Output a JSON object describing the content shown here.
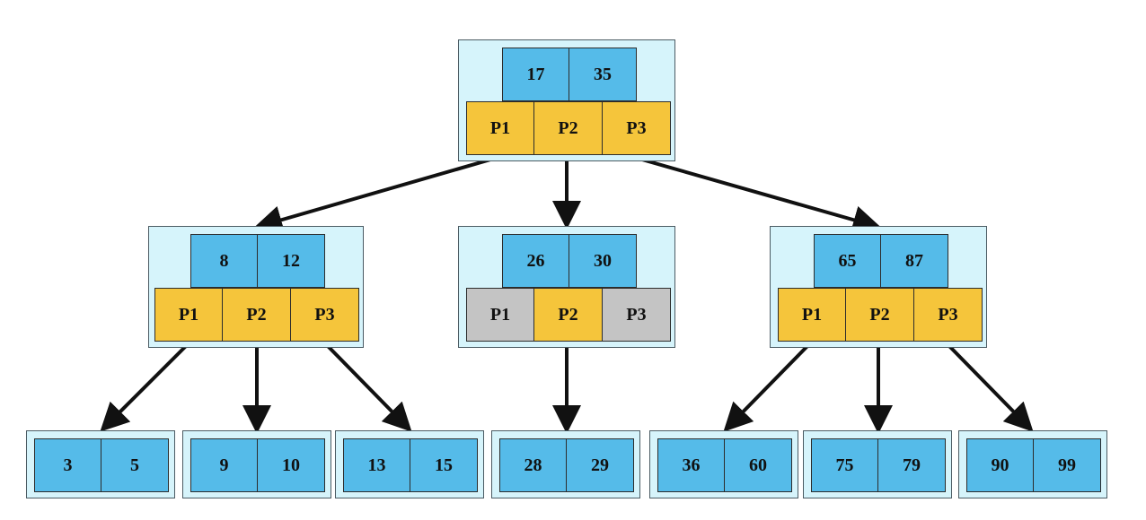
{
  "root": {
    "keys": [
      "17",
      "35"
    ],
    "pointers": [
      "P1",
      "P2",
      "P3"
    ]
  },
  "internal": [
    {
      "keys": [
        "8",
        "12"
      ],
      "pointers": [
        "P1",
        "P2",
        "P3"
      ],
      "active": [
        true,
        true,
        true
      ]
    },
    {
      "keys": [
        "26",
        "30"
      ],
      "pointers": [
        "P1",
        "P2",
        "P3"
      ],
      "active": [
        false,
        true,
        false
      ]
    },
    {
      "keys": [
        "65",
        "87"
      ],
      "pointers": [
        "P1",
        "P2",
        "P3"
      ],
      "active": [
        true,
        true,
        true
      ]
    }
  ],
  "leaves": [
    {
      "keys": [
        "3",
        "5"
      ]
    },
    {
      "keys": [
        "9",
        "10"
      ]
    },
    {
      "keys": [
        "13",
        "15"
      ]
    },
    {
      "keys": [
        "28",
        "29"
      ]
    },
    {
      "keys": [
        "36",
        "60"
      ]
    },
    {
      "keys": [
        "75",
        "79"
      ]
    },
    {
      "keys": [
        "90",
        "99"
      ]
    }
  ],
  "colors": {
    "key": "#55bbe9",
    "pointer": "#f5c53b",
    "pointer_inactive": "#c4c4c4",
    "node_bg": "#d6f4fb"
  }
}
